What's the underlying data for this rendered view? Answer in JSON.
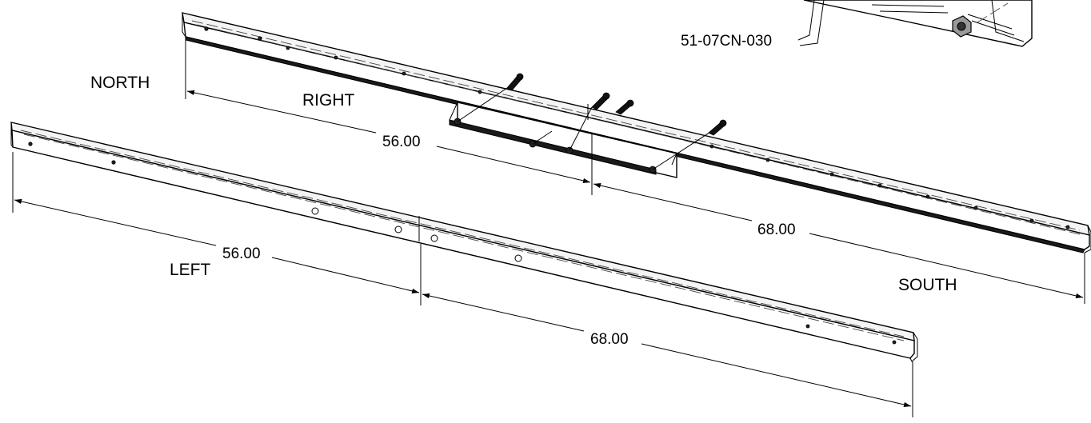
{
  "labels": {
    "north": "NORTH",
    "south": "SOUTH",
    "right": "RIGHT",
    "left": "LEFT",
    "part_number": "51-07CN-030"
  },
  "dimensions": {
    "right_short": "56.00",
    "right_long": "68.00",
    "left_short": "56.00",
    "left_long": "68.00"
  }
}
